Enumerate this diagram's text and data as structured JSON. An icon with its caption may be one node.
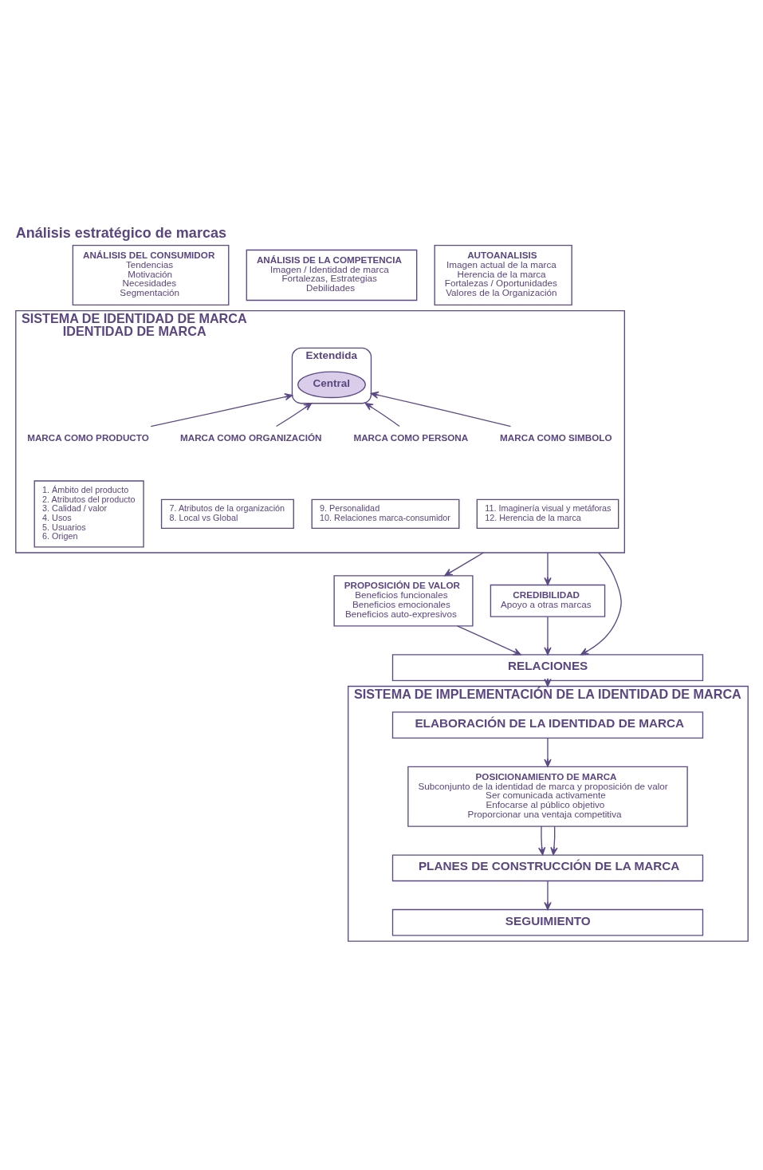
{
  "diagram": {
    "title": "Análisis estratégico de marcas",
    "nodes": [
      {
        "text": [
          "ANÁLISIS DEL CONSUMIDOR",
          "Tendencias",
          "Motivación",
          "Necesidades",
          "Segmentación"
        ]
      },
      {
        "text": [
          "ANÁLISIS DE LA COMPETENCIA",
          "Imagen / Identidad de marca",
          "Fortalezas, Estrategias",
          "Debilidades"
        ]
      },
      {
        "text": [
          "AUTOANALISIS",
          "Imagen actual de la marca",
          "Herencia de la marca",
          "Fortalezas / Oportunidades",
          "Valores de la Organización"
        ]
      },
      {
        "text": [
          "SISTEMA DE IDENTIDAD DE MARCA",
          "IDENTIDAD DE MARCA"
        ]
      },
      {
        "text": [
          "Extendida"
        ],
        "in": 3
      },
      {
        "text": [
          "Central"
        ],
        "in": 4
      },
      {
        "text": [
          "MARCA COMO PRODUCTO"
        ],
        "in": 3
      },
      {
        "text": [
          "MARCA COMO ORGANIZACIÓN"
        ],
        "in": 3
      },
      {
        "text": [
          "MARCA COMO PERSONA"
        ],
        "in": 3
      },
      {
        "text": [
          "MARCA COMO SIMBOLO"
        ],
        "in": 3
      },
      {
        "text": [
          "1. Ámbito del producto",
          "2. Atributos del producto",
          "3. Calidad / valor",
          "4. Usos",
          "5. Usuarios",
          "6. Origen"
        ],
        "in": 3
      },
      {
        "text": [
          "7. Atributos de la organización",
          "8. Local vs Global"
        ],
        "in": 3
      },
      {
        "text": [
          "9. Personalidad",
          "10. Relaciones marca-consumidor"
        ],
        "in": 3
      },
      {
        "text": [
          "11. Imaginería visual y metáforas",
          "12. Herencia de la marca"
        ],
        "in": 3
      },
      {
        "text": [
          "PROPOSICIÓN DE VALOR",
          "Beneficios funcionales",
          "Beneficios emocionales",
          "Beneficios auto-expresivos"
        ]
      },
      {
        "text": [
          "CREDIBILIDAD",
          "Apoyo a otras marcas"
        ]
      },
      {
        "text": [
          "RELACIONES"
        ]
      },
      {
        "text": [
          "SISTEMA DE IMPLEMENTACIÓN DE LA IDENTIDAD DE MARCA"
        ]
      },
      {
        "text": [
          "ELABORACIÓN DE LA IDENTIDAD DE MARCA"
        ],
        "in": 17
      },
      {
        "text": [
          "POSICIONAMIENTO DE MARCA",
          "Subconjunto de la identidad de marca y proposición de valor",
          "Ser comunicada activamente",
          "Enfocarse al público objetivo",
          "Proporcionar una ventaja competitiva"
        ],
        "in": 17
      },
      {
        "text": [
          "PLANES DE CONSTRUCCIÓN DE LA MARCA"
        ],
        "in": 17
      },
      {
        "text": [
          "SEGUIMIENTO"
        ],
        "in": 17
      }
    ],
    "edges": [
      {
        "from": 6,
        "to": 4,
        "arrow": "to"
      },
      {
        "from": 7,
        "to": 4,
        "arrow": "to"
      },
      {
        "from": 8,
        "to": 4,
        "arrow": "to"
      },
      {
        "from": 9,
        "to": 4,
        "arrow": "to"
      },
      {
        "from": 3,
        "to": 14,
        "arrow": "to"
      },
      {
        "from": 3,
        "to": 16,
        "arrow": "to"
      },
      {
        "from": 3,
        "to": 15,
        "arrow": "to"
      },
      {
        "from": 14,
        "to": 16,
        "arrow": "to"
      },
      {
        "from": 15,
        "to": 16,
        "arrow": "to"
      },
      {
        "from": 16,
        "to": 17,
        "arrow": "to"
      },
      {
        "from": 18,
        "to": 19,
        "arrow": "to"
      },
      {
        "from": 19,
        "to": 20,
        "arrow": "to"
      },
      {
        "from": 19,
        "to": 20,
        "arrow": "to"
      },
      {
        "from": 20,
        "to": 21,
        "arrow": "to"
      }
    ]
  }
}
